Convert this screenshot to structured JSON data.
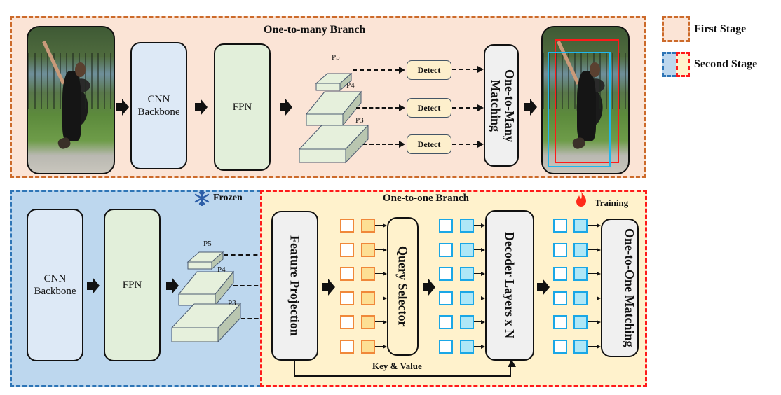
{
  "top_panel": {
    "title": "One-to-many Branch",
    "backbone_label": "CNN Backbone",
    "backbone_line1": "CNN",
    "backbone_line2": "Backbone",
    "fpn_label": "FPN",
    "pyramid_levels": [
      "P5",
      "P4",
      "P3"
    ],
    "detect_labels": [
      "Detect",
      "Detect",
      "Detect"
    ],
    "matching_label": "One-to-Many Matching",
    "input_image": "skateboarder-photo",
    "output_image": "skateboarder-photo-with-boxes",
    "box_colors": {
      "red": "#ff1a1a",
      "cyan": "#1fb7ee"
    }
  },
  "bottom_left_panel": {
    "status_label": "Frozen",
    "status_icon": "snowflake-icon",
    "backbone_line1": "CNN",
    "backbone_line2": "Backbone",
    "fpn_label": "FPN",
    "pyramid_levels": [
      "P5",
      "P4",
      "P3"
    ]
  },
  "bottom_right_panel": {
    "title": "One-to-one Branch",
    "status_label": "Training",
    "status_icon": "fire-icon",
    "feature_projection_label": "Feature Projection",
    "query_selector_label": "Query Selector",
    "decoder_label": "Decoder Layers x N",
    "matching_label": "One-to-One Matching",
    "key_value_label": "Key & Value",
    "query_rows": 6
  },
  "legend": {
    "items": [
      {
        "label": "First Stage"
      },
      {
        "label": "Second Stage"
      }
    ]
  },
  "colors": {
    "first_stage_bg": "#fbe4d6",
    "first_stage_border": "#cc6a2a",
    "frozen_bg": "#bdd7ee",
    "frozen_border": "#2e75b6",
    "training_bg": "#fff2cc",
    "training_border": "#ff1a1a",
    "backbone_fill": "#dde9f6",
    "fpn_fill": "#e2efda",
    "matching_fill": "#f0f0f0"
  }
}
